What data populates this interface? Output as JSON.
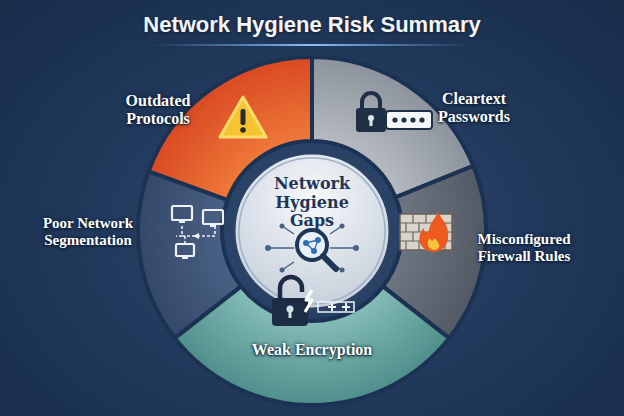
{
  "diagram": {
    "title": "Network Hygiene Risk Summary",
    "nodes": [
      {
        "text": [
          "Network Hygiene Gaps"
        ]
      },
      {
        "text": [
          "Outdated Protocols"
        ]
      },
      {
        "text": [
          "Cleartext Passwords"
        ]
      },
      {
        "text": [
          "Poor Network Segmentation"
        ]
      },
      {
        "text": [
          "Misconfigured Firewall Rules"
        ]
      },
      {
        "text": [
          "Weak Encryption"
        ]
      }
    ]
  }
}
